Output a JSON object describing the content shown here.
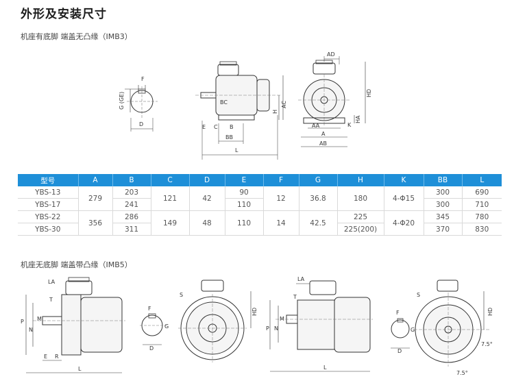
{
  "page": {
    "title": "外形及安装尺寸",
    "section1": "机座有底脚 端盖无凸缘（IMB3）",
    "section2": "机座无底脚 端盖带凸缘（IMB5）"
  },
  "labels": {
    "shaft": {
      "f": "F",
      "ge": "G (GE)",
      "d": "D"
    },
    "side": {
      "bc": "BC",
      "ac": "AC",
      "h": "H",
      "e": "E",
      "c": "C",
      "b": "B",
      "bb": "BB",
      "l": "L"
    },
    "front": {
      "ad": "AD",
      "hd": "HD",
      "ha": "HA",
      "aa": "AA",
      "a": "A",
      "k": "K",
      "ab": "AB"
    },
    "b5_side": {
      "la": "LA",
      "t": "T",
      "m": "M",
      "p": "P",
      "n": "N",
      "e": "E",
      "r": "R",
      "l": "L"
    },
    "b5_shaft": {
      "f": "F",
      "g": "G",
      "d": "D"
    },
    "b5_front": {
      "s": "S",
      "hd": "HD",
      "angle1": "7.5°"
    }
  },
  "table": {
    "headers": [
      "型号",
      "A",
      "B",
      "C",
      "D",
      "E",
      "F",
      "G",
      "H",
      "K",
      "BB",
      "L"
    ],
    "rows": [
      {
        "model": "YBS-13",
        "A": "279",
        "B": "203",
        "C": "121",
        "D": "42",
        "E": "90",
        "F": "12",
        "G": "36.8",
        "H": "180",
        "K": "4-Φ15",
        "BB": "300",
        "L": "690"
      },
      {
        "model": "YBS-17",
        "B": "241",
        "E": "110",
        "BB": "300",
        "L": "710"
      },
      {
        "model": "YBS-22",
        "A": "356",
        "B": "286",
        "C": "149",
        "D": "48",
        "E": "110",
        "F": "14",
        "G": "42.5",
        "H": "225",
        "K": "4-Φ20",
        "BB": "345",
        "L": "780"
      },
      {
        "model": "YBS-30",
        "B": "311",
        "H": "225(200)",
        "BB": "370",
        "L": "830"
      }
    ]
  },
  "colors": {
    "header_bg": "#1e8fd8",
    "line": "#3a3a3a"
  }
}
